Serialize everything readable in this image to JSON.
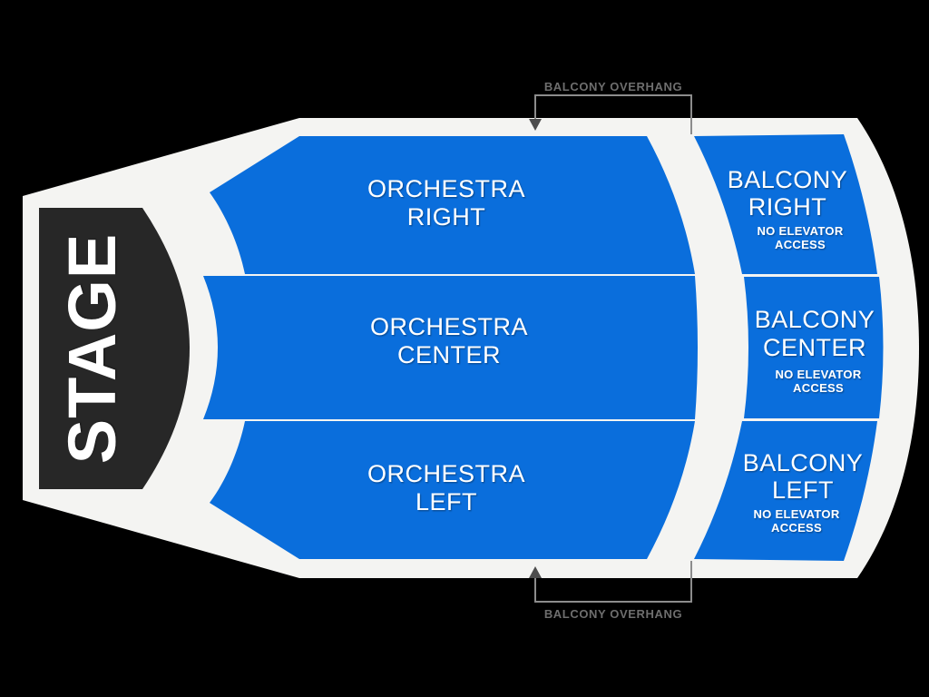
{
  "colors": {
    "background": "#000000",
    "venue": "#f4f4f2",
    "stage": "#272727",
    "section_blue": "#0a6edc",
    "label_white": "#ffffff",
    "overhang_gray": "#6e6e6e",
    "bracket_gray": "#8c8c8c",
    "arrow_gray": "#4d4d4d"
  },
  "stage": {
    "label": "STAGE"
  },
  "sections": {
    "orchestra_right": {
      "line1": "ORCHESTRA",
      "line2": "RIGHT"
    },
    "orchestra_center": {
      "line1": "ORCHESTRA",
      "line2": "CENTER"
    },
    "orchestra_left": {
      "line1": "ORCHESTRA",
      "line2": "LEFT"
    },
    "balcony_right": {
      "line1": "BALCONY",
      "line2": "RIGHT",
      "note1": "NO ELEVATOR",
      "note2": "ACCESS"
    },
    "balcony_center": {
      "line1": "BALCONY",
      "line2": "CENTER",
      "note1": "NO ELEVATOR",
      "note2": "ACCESS"
    },
    "balcony_left": {
      "line1": "BALCONY",
      "line2": "LEFT",
      "note1": "NO ELEVATOR",
      "note2": "ACCESS"
    }
  },
  "annotations": {
    "overhang_top": "BALCONY OVERHANG",
    "overhang_bottom": "BALCONY OVERHANG"
  }
}
